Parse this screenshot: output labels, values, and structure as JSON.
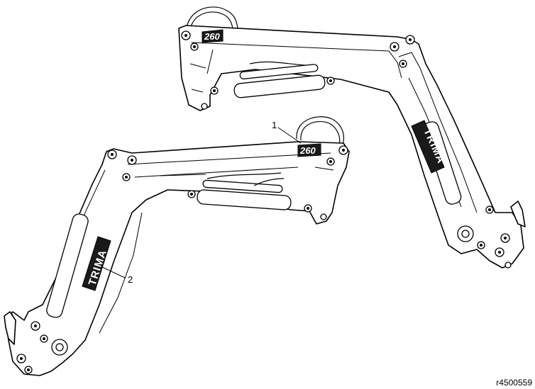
{
  "figure": {
    "reference_code": "r4500559",
    "callouts": [
      {
        "number": "1",
        "target": "model-decal"
      },
      {
        "number": "2",
        "target": "brand-decal"
      }
    ],
    "decal_model_text": "260",
    "decal_brand_text": "TRIMA"
  },
  "colors": {
    "line": "#000000",
    "background": "#ffffff",
    "decal_fill": "#1a1a1a"
  }
}
